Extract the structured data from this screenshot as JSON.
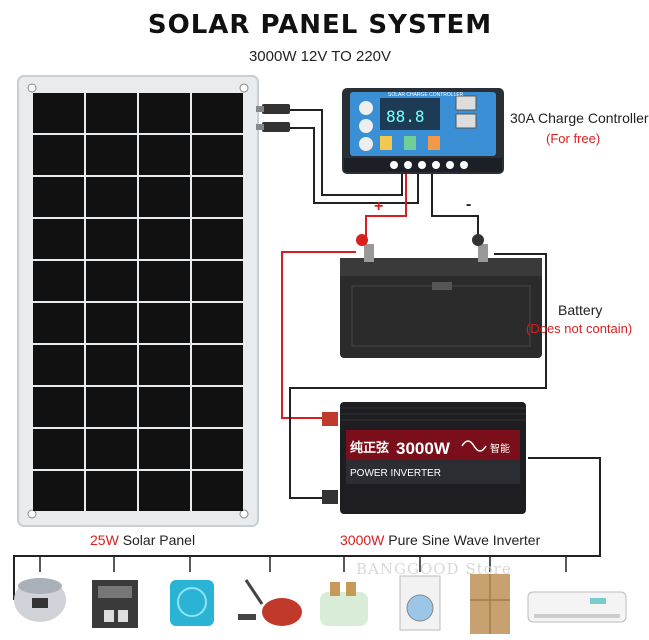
{
  "title": "SOLAR PANEL SYSTEM",
  "subtitle": "3000W 12V TO 220V",
  "controller": {
    "name": "30A Charge Controller",
    "note": "(For free)",
    "face_text": "SOLAR CHARGE CONTROLLER",
    "display": "88.8"
  },
  "battery": {
    "name": "Battery",
    "note": "(Does not contain)"
  },
  "polarity": {
    "positive": "+",
    "negative": "-"
  },
  "panel": {
    "power": "25W",
    "name": "Solar Panel"
  },
  "inverter": {
    "power": "3000W",
    "name": "Pure Sine Wave Inverter",
    "face_power": "3000W",
    "face_cn": "纯正弦",
    "face_brand": "POWER INVERTER",
    "face_smart": "智能"
  },
  "watermark": "BANGGOOD Store",
  "appliances": [
    {
      "icon": "rice-cooker-icon"
    },
    {
      "icon": "coffee-machine-icon"
    },
    {
      "icon": "induction-cooker-icon"
    },
    {
      "icon": "vacuum-cleaner-icon"
    },
    {
      "icon": "toaster-icon"
    },
    {
      "icon": "washing-machine-icon"
    },
    {
      "icon": "refrigerator-icon"
    },
    {
      "icon": "air-conditioner-icon"
    }
  ],
  "colors": {
    "wire_red": "#d81e1e",
    "wire_black": "#222222",
    "accent_red": "#d81e1e"
  }
}
